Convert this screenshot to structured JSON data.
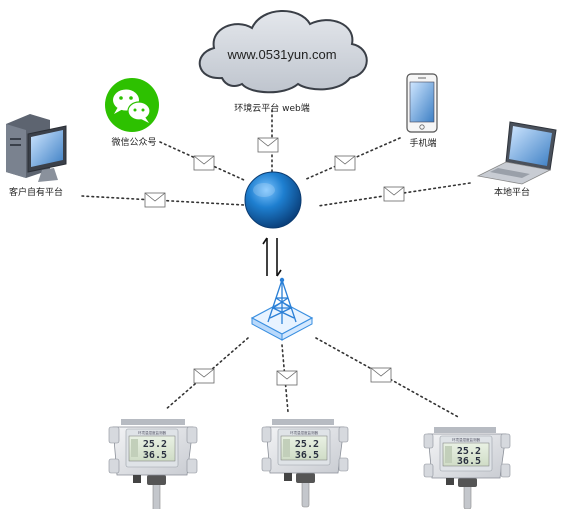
{
  "cloud": {
    "url": "www.0531yun.com",
    "label": "环境云平台 web端"
  },
  "nodes": {
    "wechat": "微信公众号",
    "phone": "手机端",
    "pc": "客户自有平台",
    "laptop": "本地平台"
  },
  "devices": [
    {
      "title": "环境温湿度监测器",
      "temperature": "25.2",
      "humidity": "36.5"
    },
    {
      "title": "环境温湿度监测器",
      "temperature": "25.2",
      "humidity": "36.5"
    },
    {
      "title": "环境温湿度监测器",
      "temperature": "25.2",
      "humidity": "36.5"
    }
  ],
  "colors": {
    "globe": "#1e7fd0",
    "tower": "#3a8fe0",
    "wechat": "#2dc100",
    "cloud": "#cfd4db"
  }
}
